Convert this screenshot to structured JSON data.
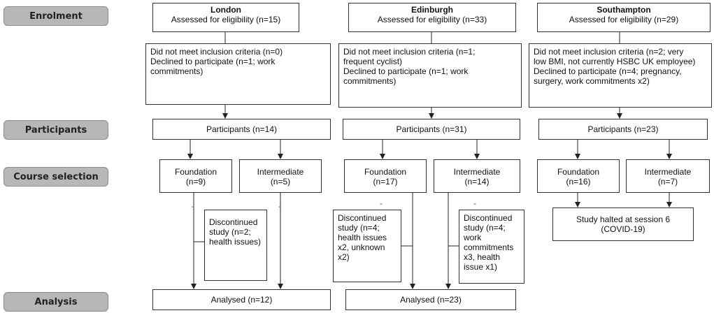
{
  "stages": {
    "enrolment": "Enrolment",
    "participants": "Participants",
    "course_selection": "Course selection",
    "analysis": "Analysis"
  },
  "london": {
    "site": "London",
    "assessed": "Assessed for eligibility (n=15)",
    "excluded": [
      "Did not meet inclusion criteria (n=0)",
      "Declined to participate (n=1; work",
      "commitments)"
    ],
    "participants": "Participants (n=14)",
    "foundation": [
      "Foundation",
      "(n=9)"
    ],
    "intermediate": [
      "Intermediate",
      "(n=5)"
    ],
    "discontinued": [
      "Discontinued",
      "study (n=2;",
      "health issues)"
    ],
    "analysed": "Analysed  (n=12)"
  },
  "edinburgh": {
    "site": "Edinburgh",
    "assessed": "Assessed for eligibility (n=33)",
    "excluded": [
      "Did not meet inclusion criteria (n=1;",
      "frequent  cyclist)",
      "Declined to participate (n=1; work",
      "commitments)"
    ],
    "participants": "Participants (n=31)",
    "foundation": [
      "Foundation",
      "(n=17)"
    ],
    "intermediate": [
      "Intermediate",
      "(n=14)"
    ],
    "discontinued_foundation": [
      "Discontinued",
      "study (n=4;",
      "health issues",
      "x2, unknown",
      "x2)"
    ],
    "discontinued_intermediate": [
      "Discontinued",
      "study (n=4;",
      "work",
      "commitments",
      "x3, health",
      "issue x1)"
    ],
    "analysed": "Analysed  (n=23)"
  },
  "southampton": {
    "site": "Southampton",
    "assessed": "Assessed for eligibility (n=29)",
    "excluded": [
      "Did not meet inclusion criteria (n=2; very",
      "low BMI, not currently HSBC UK employee)",
      "Declined to participate (n=4; pregnancy,",
      "surgery, work commitments x2)"
    ],
    "participants": "Participants (n=23)",
    "foundation": [
      "Foundation",
      "(n=16)"
    ],
    "intermediate": [
      "Intermediate",
      "(n=7)"
    ],
    "halted": [
      "Study halted at session 6",
      "(COVID-19)"
    ]
  },
  "dash": "-"
}
